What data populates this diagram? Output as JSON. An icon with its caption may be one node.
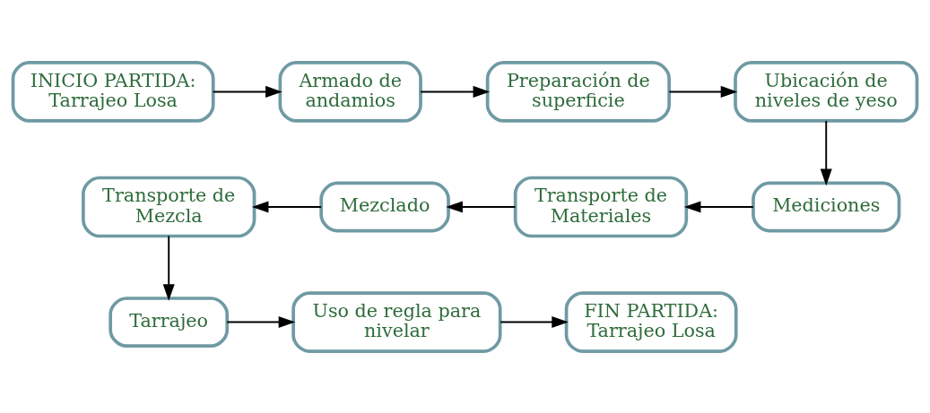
{
  "diagram": {
    "nodes": [
      {
        "text": [
          "INICIO PARTIDA: Tarrajeo Losa"
        ]
      },
      {
        "text": [
          "Armado de andamios"
        ]
      },
      {
        "text": [
          "Preparación de superficie"
        ]
      },
      {
        "text": [
          "Ubicación de niveles de yeso"
        ]
      },
      {
        "text": [
          "Mediciones"
        ]
      },
      {
        "text": [
          "Transporte de Materiales"
        ]
      },
      {
        "text": [
          "Mezclado"
        ]
      },
      {
        "text": [
          "Transporte de Mezcla"
        ]
      },
      {
        "text": [
          "Tarrajeo"
        ]
      },
      {
        "text": [
          "Uso de regla para nivelar"
        ]
      },
      {
        "text": [
          "FIN PARTIDA: Tarrajeo Losa"
        ]
      }
    ],
    "edges": [
      {
        "from": 0,
        "to": 1,
        "arrow": "to"
      },
      {
        "from": 1,
        "to": 2,
        "arrow": "to"
      },
      {
        "from": 2,
        "to": 3,
        "arrow": "to"
      },
      {
        "from": 3,
        "to": 4,
        "arrow": "to"
      },
      {
        "from": 4,
        "to": 5,
        "arrow": "to"
      },
      {
        "from": 5,
        "to": 6,
        "arrow": "to"
      },
      {
        "from": 6,
        "to": 7,
        "arrow": "to"
      },
      {
        "from": 7,
        "to": 8,
        "arrow": "to"
      },
      {
        "from": 8,
        "to": 9,
        "arrow": "to"
      },
      {
        "from": 9,
        "to": 10,
        "arrow": "to"
      }
    ]
  }
}
